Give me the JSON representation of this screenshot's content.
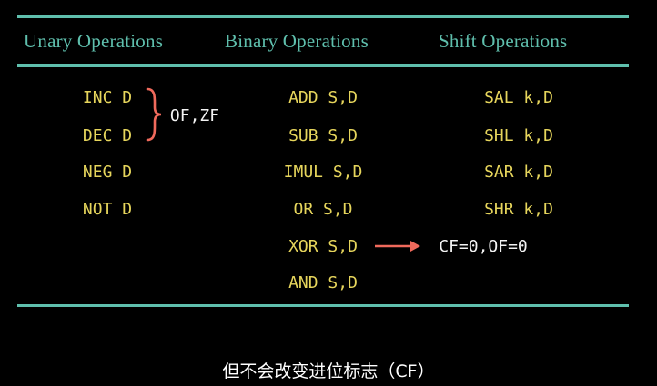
{
  "headers": [
    "Unary Operations",
    "Binary Operations",
    "Shift Operations"
  ],
  "unary": [
    "INC D",
    "DEC D",
    "NEG D",
    "NOT D"
  ],
  "unary_flags": "OF,ZF",
  "binary": [
    "ADD S,D",
    "SUB S,D",
    "IMUL S,D",
    "OR S,D",
    "XOR S,D",
    "AND S,D"
  ],
  "shift": [
    "SAL k,D",
    "SHL k,D",
    "SAR k,D",
    "SHR k,D"
  ],
  "logic_flags": "CF=0,OF=0",
  "caption": "但不会改变进位标志（CF）",
  "colors": {
    "rule": "#5fbfad",
    "header": "#5fbfad",
    "instruction": "#e6d55c",
    "brace_arrow": "#f06a5c",
    "note": "#f2f2f2"
  }
}
